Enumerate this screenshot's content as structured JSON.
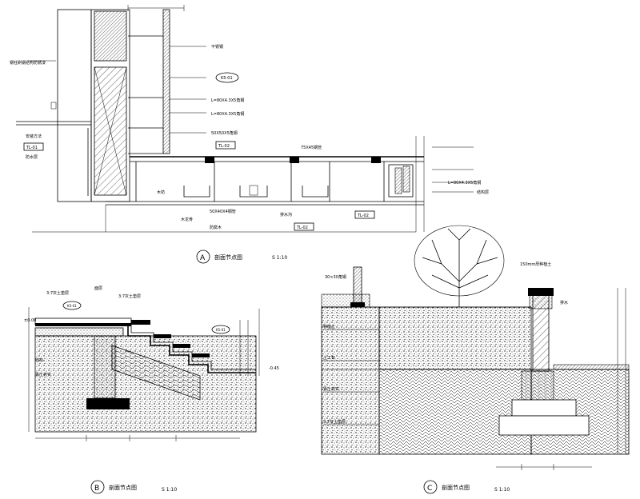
{
  "colors": {
    "ink": "#000000",
    "paper": "#ffffff"
  },
  "detail_a": {
    "marker": "A",
    "title": "剖面节点图",
    "scale": "S 1:10",
    "labels": [
      "钢柱刷钢结构防锈漆",
      "不锈钢",
      "K5-01",
      "L=80X4.3X5角钢",
      "L=80X4.3X5角钢",
      "50X50X5角钢",
      "TL-02",
      "75X45钢管",
      "TL-01",
      "安装方法",
      "防水层",
      "木枋",
      "50X40X4钢管",
      "防腐木",
      "木龙骨",
      "TL-02",
      "TL-02",
      "排水沟",
      "L=80X4.3X5角钢",
      "结构层"
    ]
  },
  "detail_b": {
    "marker": "B",
    "title": "剖面节点图",
    "scale": "S 1:10",
    "labels": [
      "3:7灰土垫层",
      "K5-01",
      "面层",
      "3:7灰土垫层",
      "K5-01",
      "结构",
      "素土夯实",
      "±0.00",
      "-0.45"
    ]
  },
  "detail_c": {
    "marker": "C",
    "title": "剖面节点图",
    "scale": "S 1:10",
    "labels": [
      "30×30角钢",
      "150mm厚种植土",
      "种植土",
      "素土夯实",
      "3:7灰土垫层",
      "土工布",
      "排水"
    ]
  }
}
